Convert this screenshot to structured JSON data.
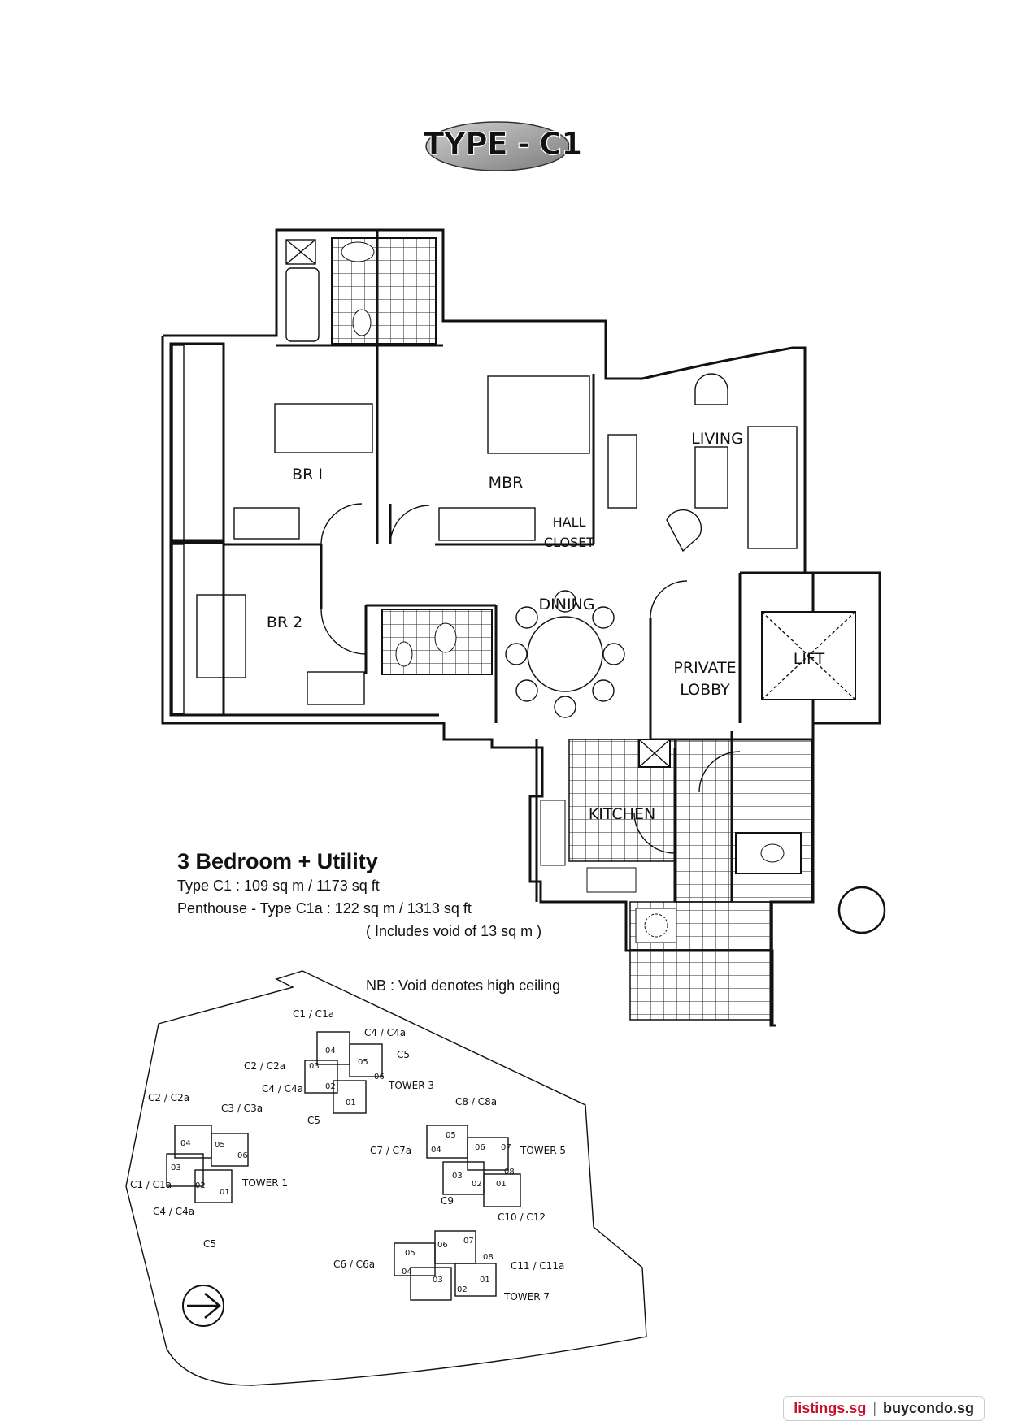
{
  "title": "TYPE - C1",
  "rooms": {
    "br1": "BR I",
    "mbr": "MBR",
    "br2": "BR 2",
    "living": "LIVING",
    "hall_closet_1": "HALL",
    "hall_closet_2": "CLOSET",
    "dining": "DINING",
    "private_lobby_1": "PRIVATE",
    "private_lobby_2": "LOBBY",
    "lift": "LIFT",
    "kitchen": "KITCHEN"
  },
  "info": {
    "heading": "3 Bedroom + Utility",
    "line1": "Type C1 : 109 sq m / 1173 sq ft",
    "line2": "Penthouse - Type C1a : 122 sq m / 1313 sq ft",
    "line3": "( Includes void of 13 sq m )"
  },
  "note": "NB : Void denotes high ceiling",
  "siteplan": {
    "tower1": "TOWER 1",
    "tower3": "TOWER 3",
    "tower5": "TOWER 5",
    "tower7": "TOWER 7",
    "t3_c1": "C1 / C1a",
    "t3_c4a": "C4 / C4a",
    "t3_c5a": "C5",
    "t3_c2": "C2 / C2a",
    "t3_c4b": "C4 / C4a",
    "t3_c5b": "C5",
    "t1_c2": "C2 / C2a",
    "t1_c3": "C3 / C3a",
    "t1_c1": "C1 / C1a",
    "t1_c4": "C4 / C4a",
    "t1_c5": "C5",
    "t5_c8": "C8 / C8a",
    "t5_c7": "C7 / C7a",
    "t5_c9": "C9",
    "t5_c10": "C10 / C12",
    "t7_c6": "C6 / C6a",
    "t7_c11": "C11 / C11a",
    "u01": "01",
    "u02": "02",
    "u03": "03",
    "u04": "04",
    "u05": "05",
    "u06": "06",
    "u07": "07",
    "u08": "08"
  },
  "footer": {
    "brand1": "listings.sg",
    "separator": "|",
    "brand2": "buycondo.sg"
  },
  "colors": {
    "ink": "#111111",
    "logo_ellipse": "#9a9a9a",
    "footer_red": "#c8102e"
  }
}
